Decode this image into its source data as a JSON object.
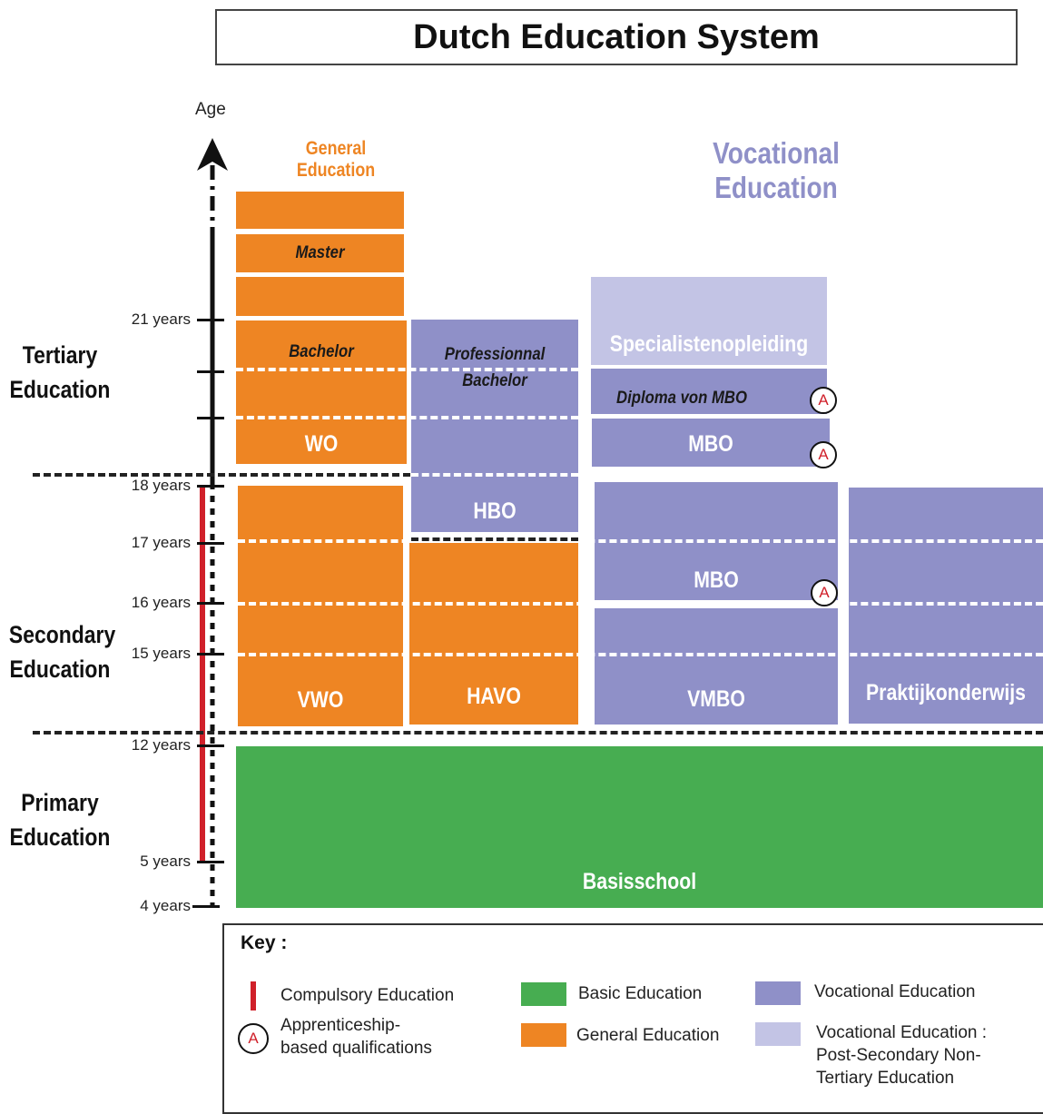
{
  "title": "Dutch Education System",
  "axis_label": "Age",
  "column_headers": {
    "general": "General Education",
    "vocational": "Vocational Education"
  },
  "stages": {
    "tertiary": [
      "Tertiary",
      "Education"
    ],
    "secondary": [
      "Secondary",
      "Education"
    ],
    "primary": [
      "Primary",
      "Education"
    ]
  },
  "ages": {
    "y21": "21 years",
    "y18": "18 years",
    "y17": "17 years",
    "y16": "16 years",
    "y15": "15 years",
    "y12": "12 years",
    "y5": "5 years",
    "y4": "4 years"
  },
  "blocks": {
    "master": "Master",
    "bachelor": "Bachelor",
    "wo": "WO",
    "prof_bachelor": [
      "Professionnal",
      "Bachelor"
    ],
    "hbo": "HBO",
    "specialist": "Specialistenopleiding",
    "diploma_mbo": "Diploma von MBO",
    "mbo_upper": "MBO",
    "mbo_mid": "MBO",
    "vwo": "VWO",
    "havo": "HAVO",
    "vmbo": "VMBO",
    "praktijk": "Praktijkonderwijs",
    "basisschool": "Basisschool"
  },
  "badge_letter": "A",
  "key": {
    "heading": "Key :",
    "compulsory": "Compulsory Education",
    "apprenticeship": [
      "Apprenticeship-",
      "based qualifications"
    ],
    "basic": "Basic Education",
    "general": "General Education",
    "vocational": "Vocational Education",
    "vocational_post": [
      "Vocational Education :",
      "Post-Secondary Non-",
      "Tertiary Education"
    ]
  },
  "colors": {
    "general": "#ee8523",
    "vocational": "#8f90c8",
    "vocational_post": "#c3c4e5",
    "basic": "#47ad51",
    "compulsory": "#d0202a"
  }
}
